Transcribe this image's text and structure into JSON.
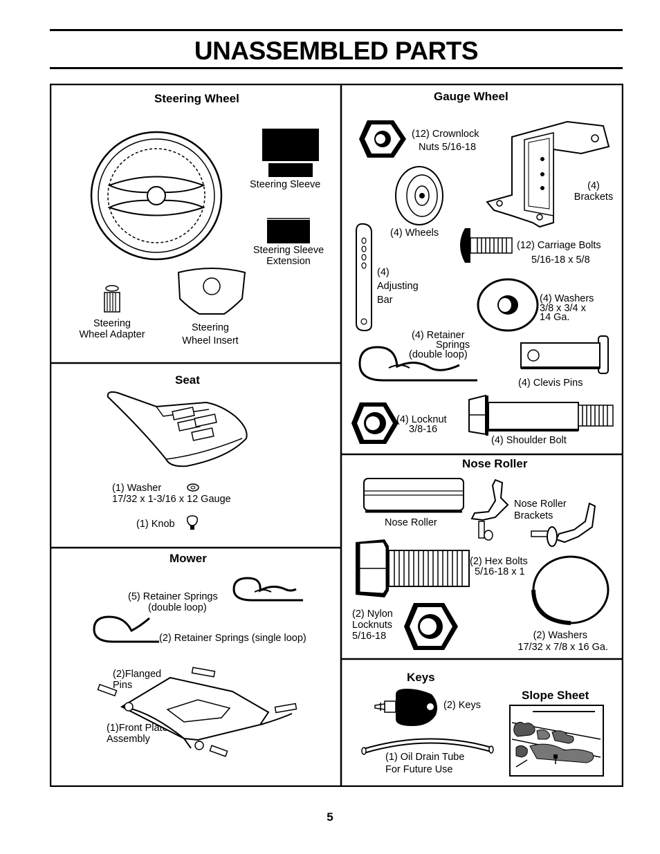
{
  "page": {
    "title": "UNASSEMBLED PARTS",
    "page_number": "5"
  },
  "steering": {
    "heading": "Steering Wheel",
    "sleeve": "Steering Sleeve",
    "sleeve_ext": [
      "Steering Sleeve",
      "Extension"
    ],
    "adapter": [
      "Steering",
      "Wheel Adapter"
    ],
    "insert": [
      "Steering",
      "Wheel Insert"
    ]
  },
  "seat": {
    "heading": "Seat",
    "washer": [
      "(1) Washer",
      "17/32 x 1-3/16 x 12 Gauge"
    ],
    "knob": "(1) Knob"
  },
  "mower": {
    "heading": "Mower",
    "retainer_double": [
      "(5)  Retainer Springs",
      "(double loop)"
    ],
    "retainer_single": "(2)  Retainer Springs (single loop)",
    "flanged_pins": [
      "(2)Flanged",
      "Pins"
    ],
    "front_plate": [
      "(1)Front Plate",
      "Assembly"
    ]
  },
  "gauge": {
    "heading": "Gauge Wheel",
    "crownlock": [
      "(12) Crownlock",
      "Nuts 5/16-18"
    ],
    "brackets": [
      "(4)",
      "Brackets"
    ],
    "wheels": "(4) Wheels",
    "carriage": [
      "(12) Carriage Bolts",
      "5/16-18 x 5/8"
    ],
    "adjusting": [
      "(4)",
      "Adjusting",
      "Bar"
    ],
    "washers": [
      "(4) Washers",
      "3/8 x 3/4 x",
      "14 Ga."
    ],
    "retainer": [
      "(4)  Retainer",
      "Springs",
      "(double loop)"
    ],
    "clevis": "(4) Clevis Pins",
    "locknut": [
      "(4) Locknut",
      "3/8-16"
    ],
    "shoulder": "(4) Shoulder Bolt"
  },
  "nose": {
    "heading": "Nose Roller",
    "roller": "Nose Roller",
    "brackets": [
      "Nose Roller",
      "Brackets"
    ],
    "hexbolts": [
      "(2) Hex Bolts",
      "5/16-18 x 1"
    ],
    "locknuts": [
      "(2) Nylon",
      "Locknuts",
      "5/16-18"
    ],
    "washers": [
      "(2) Washers",
      "17/32 x 7/8 x 16 Ga."
    ]
  },
  "keys": {
    "heading": "Keys",
    "keys": "(2) Keys",
    "tube": [
      "(1) Oil Drain Tube",
      "For Future Use"
    ]
  },
  "slope": {
    "heading": "Slope Sheet"
  }
}
